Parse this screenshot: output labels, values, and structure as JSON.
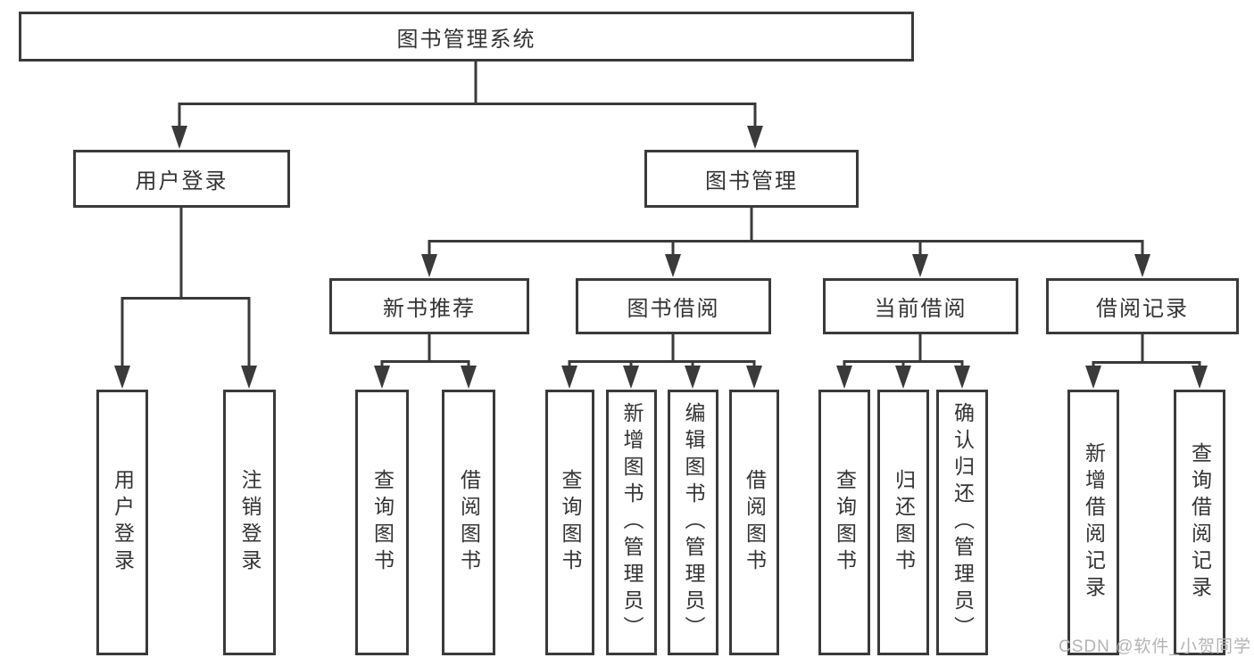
{
  "diagram": {
    "title": "图书管理系统",
    "tree": {
      "label": "图书管理系统",
      "children": [
        {
          "label": "用户登录",
          "children": [
            {
              "label": "用户登录"
            },
            {
              "label": "注销登录"
            }
          ]
        },
        {
          "label": "图书管理",
          "children": [
            {
              "label": "新书推荐",
              "children": [
                {
                  "label": "查询图书"
                },
                {
                  "label": "借阅图书"
                }
              ]
            },
            {
              "label": "图书借阅",
              "children": [
                {
                  "label": "查询图书"
                },
                {
                  "label": "新增图书（管理员）"
                },
                {
                  "label": "编辑图书（管理员）"
                },
                {
                  "label": "借阅图书"
                }
              ]
            },
            {
              "label": "当前借阅",
              "children": [
                {
                  "label": "查询图书"
                },
                {
                  "label": "归还图书"
                },
                {
                  "label": "确认归还（管理员）"
                }
              ]
            },
            {
              "label": "借阅记录",
              "children": [
                {
                  "label": "新增借阅记录"
                },
                {
                  "label": "查询借阅记录"
                }
              ]
            }
          ]
        }
      ]
    }
  },
  "watermark": {
    "text": "CSDN @软件_小贺同学"
  },
  "colors": {
    "line": "#3a3a3a",
    "box_border": "#3a3a3a",
    "text": "#333333",
    "watermark": "#b3b3b3",
    "background": "#ffffff"
  }
}
